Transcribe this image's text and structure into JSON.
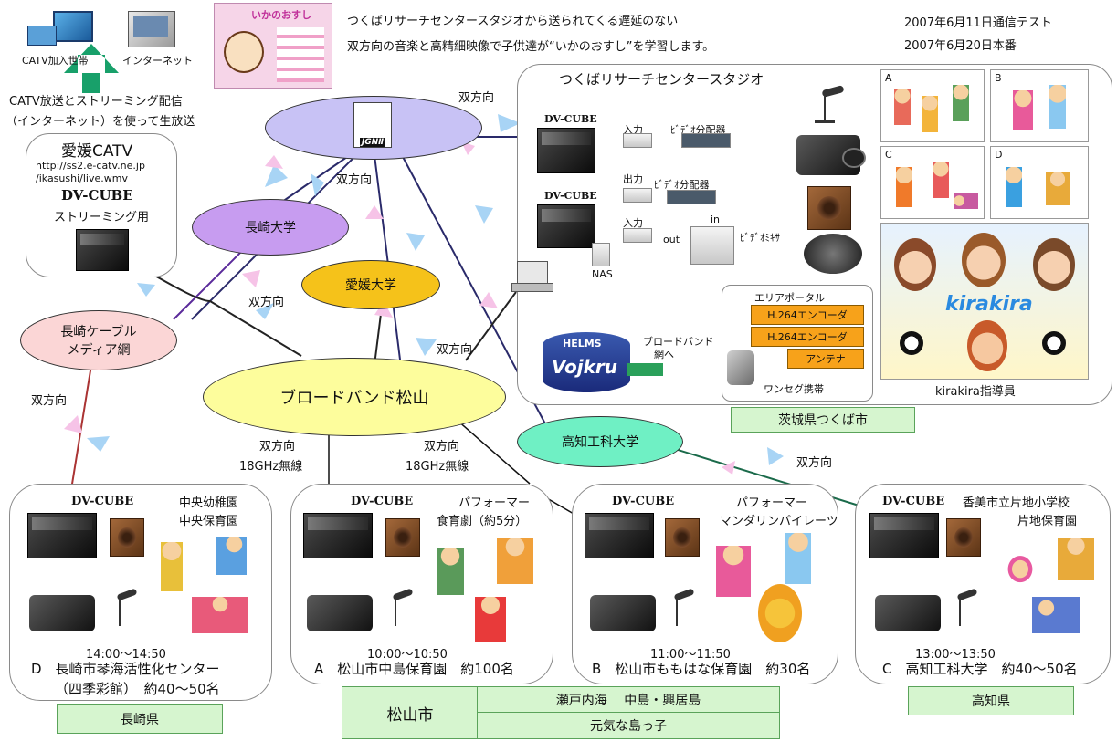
{
  "header": {
    "line1": "つくばリサーチセンタースタジオから送られてくる遅延のない",
    "line2": "双方向の音楽と高精細映像で子供達が“いかのおすし”を学習します。",
    "date1": "2007年6月11日通信テスト",
    "date2": "2007年6月20日本番",
    "poster_title": "いかのおすし"
  },
  "top_left": {
    "catv_home": "CATV加入世帯",
    "internet": "インターネット",
    "broadcast_line1": "CATV放送とストリーミング配信",
    "broadcast_line2": "（インターネット）を使って生放送"
  },
  "ehime_catv": {
    "title": "愛媛CATV",
    "url1": "http://ss2.e-catv.ne.jp",
    "url2": "/ikasushi/live.wmv",
    "device": "DV-CUBE",
    "note": "ストリーミング用"
  },
  "network": {
    "jgn": "JGNⅡ",
    "nagasaki_univ": "長崎大学",
    "ehime_univ": "愛媛大学",
    "nagasaki_cable_l1": "長崎ケーブル",
    "nagasaki_cable_l2": "メディア網",
    "bb_matsuyama": "ブロードバンド松山",
    "kochi_tech": "高知工科大学",
    "bidir": "双方向",
    "wireless": "18GHz無線"
  },
  "tsukuba": {
    "title": "つくばリサーチセンタースタジオ",
    "dvcube1": "DV-CUBE",
    "dvcube2": "DV-CUBE",
    "input1": "入力",
    "output": "出力",
    "input2": "入力",
    "dist1": "ﾋﾞﾃﾞｵ分配器",
    "dist2": "ﾋﾞﾃﾞｵ分配器",
    "in": "in",
    "out": "out",
    "mixer": "ﾋﾞﾃﾞｵﾐｷｻ",
    "nas": "NAS",
    "helms": "HELMS",
    "vojkru": "Vojkru",
    "broadband_l1": "ブロードバンド",
    "broadband_l2": "網へ",
    "area_portal": "エリアポータル",
    "enc1": "H.264エンコーダ",
    "enc2": "H.264エンコーダ",
    "antenna": "アンテナ",
    "oneseg": "ワンセグ携帯",
    "panel_a": "A",
    "panel_b": "B",
    "panel_c": "C",
    "panel_d": "D",
    "kirakira_logo": "kirakira",
    "kirakira_caption": "kirakira指導員",
    "region": "茨城県つくば市"
  },
  "sites": [
    {
      "device": "DV-CUBE",
      "name_l1": "中央幼稚園",
      "name_l2": "中央保育園",
      "time": "14:00～14:50",
      "caption_l1": "D　長崎市琴海活性化センター",
      "caption_l2": "（四季彩館）　約40～50名"
    },
    {
      "device": "DV-CUBE",
      "name_l1": "パフォーマー",
      "name_l2": "食育劇（約5分）",
      "time": "10:00～10:50",
      "caption_l1": "A　松山市中島保育園　約100名"
    },
    {
      "device": "DV-CUBE",
      "name_l1": "パフォーマー",
      "name_l2": "マンダリンパイレーツ",
      "time": "11:00～11:50",
      "caption_l1": "B　松山市ももはな保育園　約30名"
    },
    {
      "device": "DV-CUBE",
      "name_l1": "香美市立片地小学校",
      "name_l2": "片地保育園",
      "time": "13:00～13:50",
      "caption_l1": "C　高知工科大学　約40～50名"
    }
  ],
  "regions": {
    "nagasaki": "長崎県",
    "matsuyama": "松山市",
    "island": "瀬戸内海　 中島・興居島",
    "kids": "元気な島っ子",
    "kochi": "高知県"
  },
  "colors": {
    "jgn": "#c8c2f5",
    "nagasaki_univ": "#c79cf0",
    "ehime_univ": "#f5c21a",
    "cable": "#fbd6d6",
    "bb": "#fdfd9c",
    "kochi": "#6ff0c4",
    "green_label": "#d6f5cf"
  }
}
